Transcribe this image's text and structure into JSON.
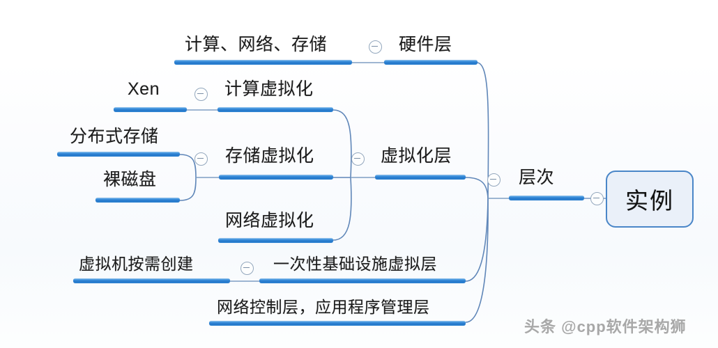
{
  "diagram": {
    "type": "mind-map",
    "title": "实例 — 层次",
    "root": {
      "label": "实例"
    },
    "accent_color": "#2477c9",
    "root_border_color": "#4a86c8",
    "root_fill_color": "#eaf0f9",
    "branch_color": "#5f86b8",
    "nodes": {
      "level1": {
        "label": "层次"
      },
      "hardware_layer": {
        "label": "硬件层"
      },
      "hardware_detail": {
        "label": "计算、网络、存储"
      },
      "virtualization_layer": {
        "label": "虚拟化层"
      },
      "compute_virtualization": {
        "label": "计算虚拟化"
      },
      "compute_virtualization_detail": {
        "label": "Xen"
      },
      "storage_virtualization": {
        "label": "存储虚拟化"
      },
      "storage_detail_distributed": {
        "label": "分布式存储"
      },
      "storage_detail_baredisk": {
        "label": "裸磁盘"
      },
      "network_virtualization": {
        "label": "网络虚拟化"
      },
      "disposable_infra_layer": {
        "label": "一次性基础设施虚拟层"
      },
      "disposable_infra_detail": {
        "label": "虚拟机按需创建"
      },
      "network_control_layer": {
        "label": "网络控制层，应用程序管理层"
      }
    },
    "toggles": {
      "hardware": "collapse-toggle",
      "compute": "collapse-toggle",
      "storage": "collapse-toggle",
      "virtualization": "collapse-toggle",
      "level1": "collapse-toggle",
      "root": "collapse-toggle",
      "disposable": "collapse-toggle"
    }
  },
  "watermark": {
    "text": "头条 @cpp软件架构狮"
  }
}
